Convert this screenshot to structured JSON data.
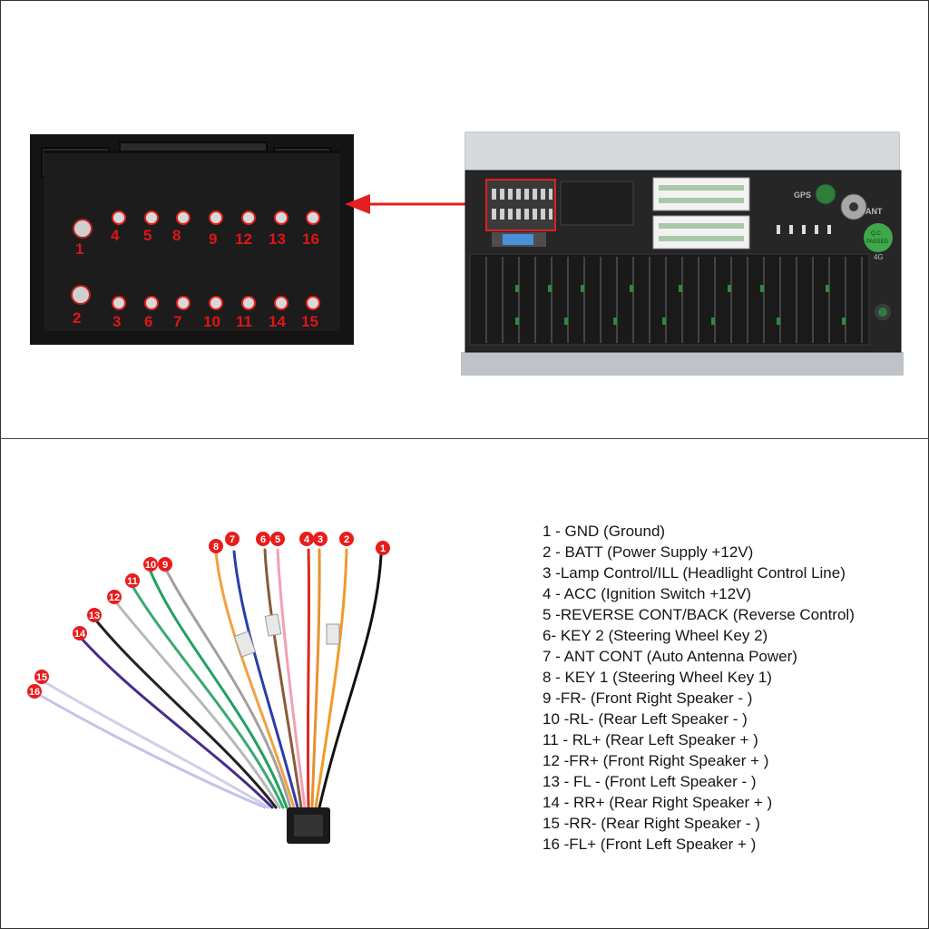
{
  "connector_pins": {
    "top_row": [
      "1",
      "4",
      "5",
      "8",
      "9",
      "12",
      "13",
      "16"
    ],
    "bottom_row": [
      "2",
      "3",
      "6",
      "7",
      "10",
      "11",
      "14",
      "15"
    ]
  },
  "radio_labels": {
    "gps": "GPS",
    "ant": "ANT",
    "qc_line1": "Q.C.",
    "qc_line2": "PASSED",
    "code": "4G"
  },
  "wire_badges": [
    "8",
    "7",
    "6",
    "5",
    "4",
    "3",
    "2",
    "1",
    "10",
    "9",
    "11",
    "12",
    "13",
    "14",
    "15",
    "16"
  ],
  "colors": {
    "pin_label": "#e01515",
    "badge": "#e81c1c",
    "arrow": "#e32020"
  },
  "legend": [
    "1 - GND (Ground)",
    "2 - BATT (Power Supply +12V)",
    "3 -Lamp Control/ILL (Headlight Control Line)",
    "4 - ACC (Ignition Switch +12V)",
    "5 -REVERSE CONT/BACK (Reverse Control)",
    "6- KEY 2 (Steering Wheel Key 2)",
    "7 - ANT CONT (Auto Antenna Power)",
    "8 - KEY 1 (Steering Wheel Key 1)",
    "9  -FR- (Front Right Speaker - )",
    "10  -RL- (Rear Left Speaker - )",
    "11 -  RL+ (Rear Left Speaker + )",
    "12  -FR+ (Front Right Speaker + )",
    "13 - FL - (Front Left Speaker  - )",
    "14 - RR+ (Rear Right Speaker + )",
    "15  -RR- (Rear Right Speaker - )",
    "16 -FL+ (Front Left Speaker + )"
  ]
}
